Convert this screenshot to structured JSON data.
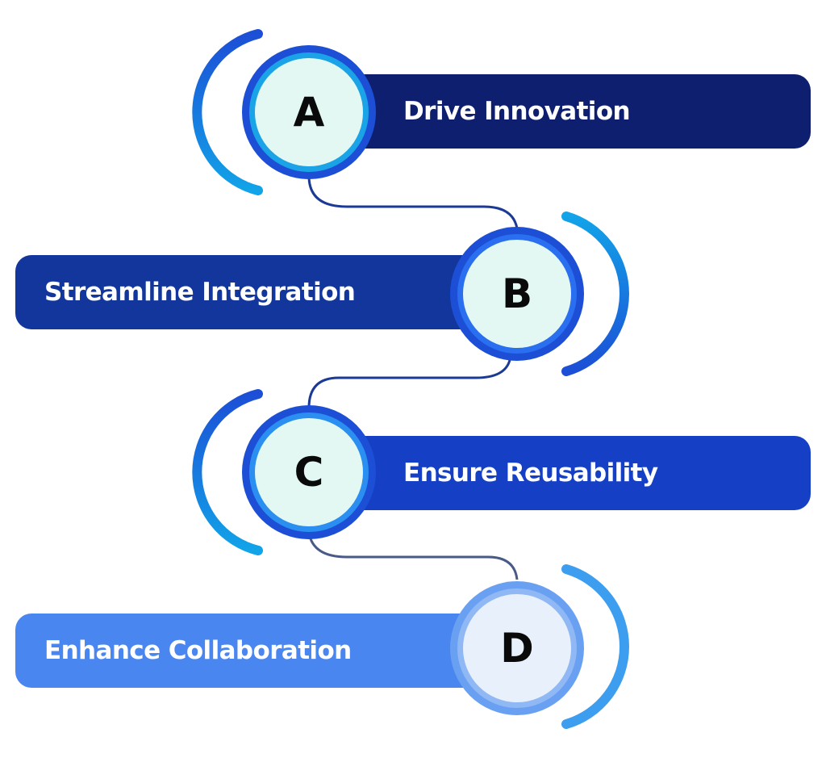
{
  "steps": [
    {
      "letter": "A",
      "label": "Drive Innovation",
      "color": "#0d1f6e",
      "ring": "#1c4fd6",
      "arc": "#1aa3e6",
      "inner": "#e3f8f2"
    },
    {
      "letter": "B",
      "label": "Streamline Integration",
      "color": "#12369c",
      "ring": "#1c4fd6",
      "arc": "#1f7ce8",
      "inner": "#e3f8f2"
    },
    {
      "letter": "C",
      "label": "Ensure Reusability",
      "color": "#1540c6",
      "ring": "#2161e6",
      "arc": "#1aa3e6",
      "inner": "#e3f8f2"
    },
    {
      "letter": "D",
      "label": "Enhance Collaboration",
      "color": "#4a86f0",
      "ring": "#5b91f0",
      "arc": "#3d9ef0",
      "inner": "#e7f0fb"
    }
  ],
  "connector_color": "#1b3a94"
}
